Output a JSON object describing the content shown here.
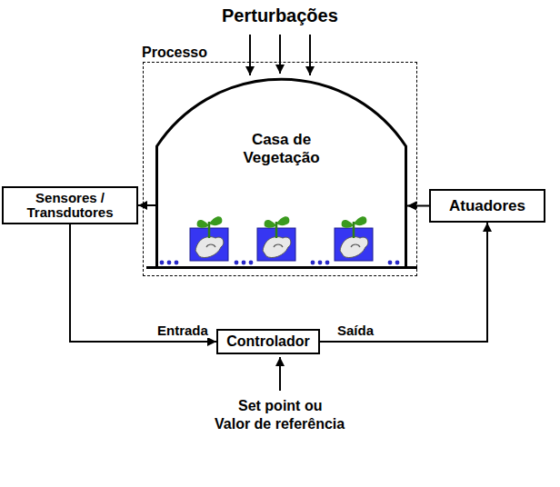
{
  "diagram": {
    "nodes": [
      {
        "text": [
          "Processo"
        ]
      },
      {
        "text": [
          "Casa de Vegetação"
        ],
        "in": 0
      },
      {
        "text": [
          "Sensores / Transdutores"
        ]
      },
      {
        "text": [
          "Atuadores"
        ]
      },
      {
        "text": [
          "Controlador"
        ]
      }
    ],
    "edges": [
      {
        "from": 1,
        "to": 2,
        "arrow": "to"
      },
      {
        "from": 2,
        "to": 4,
        "label": "Entrada",
        "arrow": "to"
      },
      {
        "from": 4,
        "to": 3,
        "label": "Saída",
        "arrow": "to"
      },
      {
        "from": 3,
        "to": 1,
        "arrow": "to"
      }
    ],
    "labels": [
      "Perturbações",
      "Set point ou",
      "Valor de referência"
    ]
  }
}
